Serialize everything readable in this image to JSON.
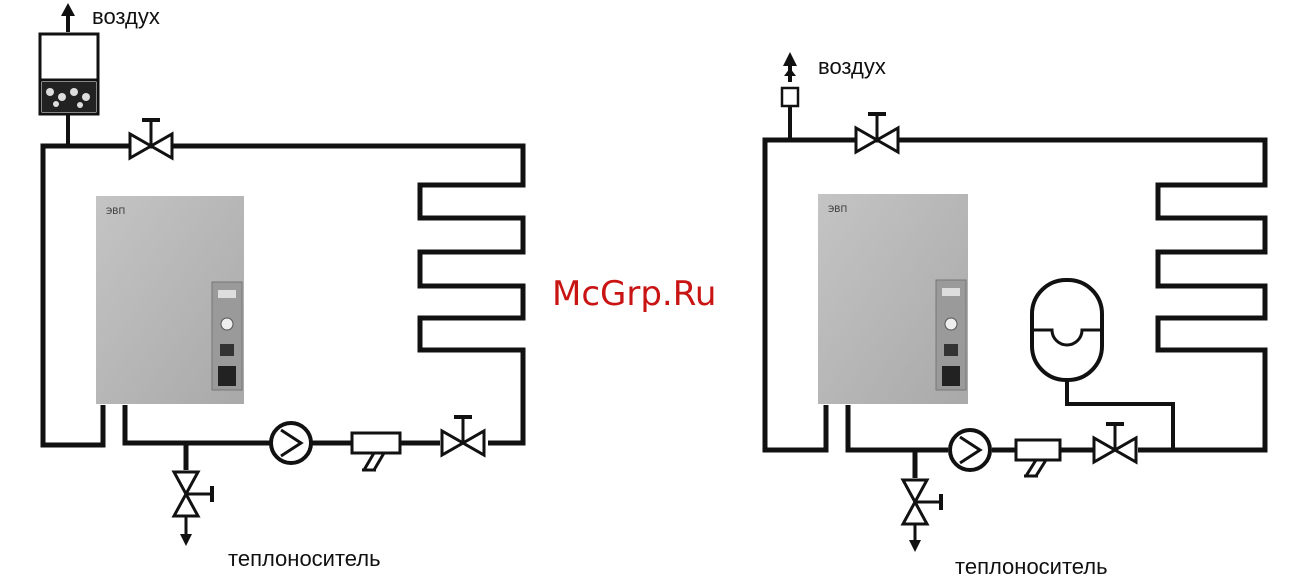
{
  "watermark": "McGrp.Ru",
  "left_scheme": {
    "air_label": "воздух",
    "coolant_label": "теплоноситель",
    "boiler_badge": "ЭВП"
  },
  "right_scheme": {
    "air_label": "воздух",
    "coolant_label": "теплоноситель",
    "boiler_badge": "ЭВП"
  },
  "colors": {
    "pipe": "#111111",
    "boiler_body": "#b5b5b5",
    "watermark": "#c91414"
  }
}
